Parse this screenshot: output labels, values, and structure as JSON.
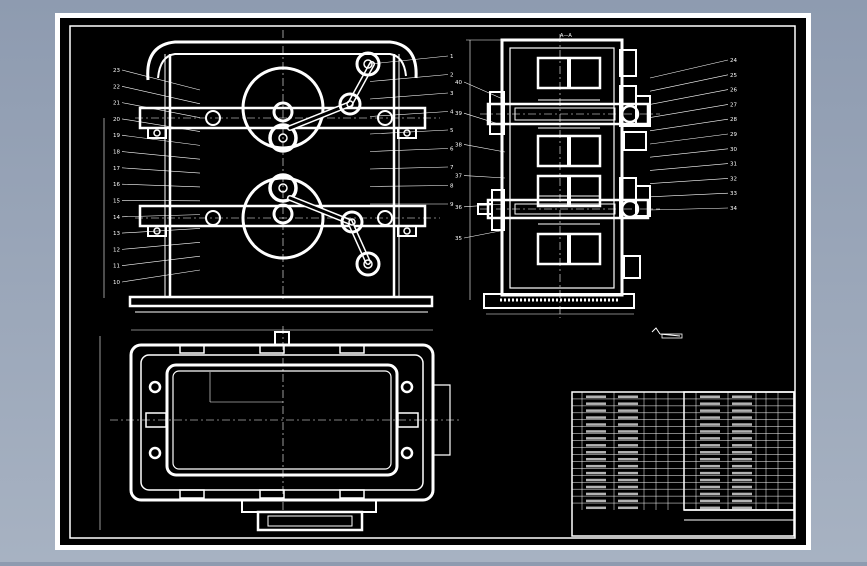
{
  "colors": {
    "paper": "#ffffff",
    "ink": "#000000",
    "line": "#ffffff",
    "desktop": "#9aa6b8"
  },
  "front_view": {
    "leader_labels_left": [
      "23",
      "22",
      "21",
      "20",
      "19",
      "18",
      "17",
      "16",
      "15",
      "14",
      "13",
      "12",
      "11",
      "10"
    ],
    "leader_labels_right": [
      "1",
      "2",
      "3",
      "4",
      "5",
      "6",
      "7",
      "8",
      "9"
    ]
  },
  "side_view": {
    "section_label": "A—A",
    "leader_labels_left": [
      "40",
      "39",
      "38",
      "37",
      "36",
      "35"
    ],
    "leader_labels_right": [
      "24",
      "25",
      "26",
      "27",
      "28",
      "29",
      "30",
      "31",
      "32",
      "33",
      "34"
    ]
  },
  "plan_view": {},
  "title_block": {}
}
